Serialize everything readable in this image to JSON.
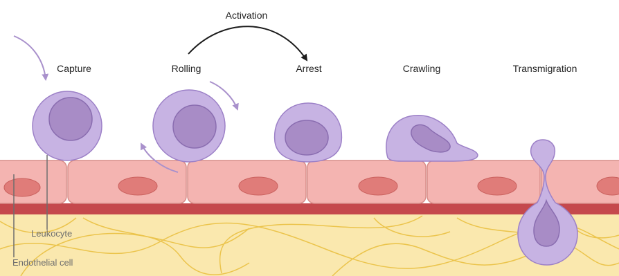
{
  "diagram": {
    "top_label": "Activation",
    "stages": [
      {
        "label": "Capture"
      },
      {
        "label": "Rolling"
      },
      {
        "label": "Arrest"
      },
      {
        "label": "Crawling"
      },
      {
        "label": "Transmigration"
      }
    ],
    "callouts": {
      "leukocyte": "Leukocyte",
      "endothelial_cell": "Endothelial cell"
    }
  },
  "colors": {
    "leukocyte_fill": "#c7b3e3",
    "leukocyte_stroke": "#9c80c7",
    "nucleus_fill": "#a88cc6",
    "nucleus_stroke": "#8a6db0",
    "endothelial_fill": "#f4b4b1",
    "endothelial_stroke": "#d88d89",
    "endothelial_nucleus": "#e07c79",
    "basement_membrane": "#c5494d",
    "tissue": "#fae8ae",
    "fibers": "#e9be3c",
    "motion_arrow": "#a991cc",
    "activation_arrow": "#1c1c1c",
    "leader_line": "#6e6e6e"
  }
}
